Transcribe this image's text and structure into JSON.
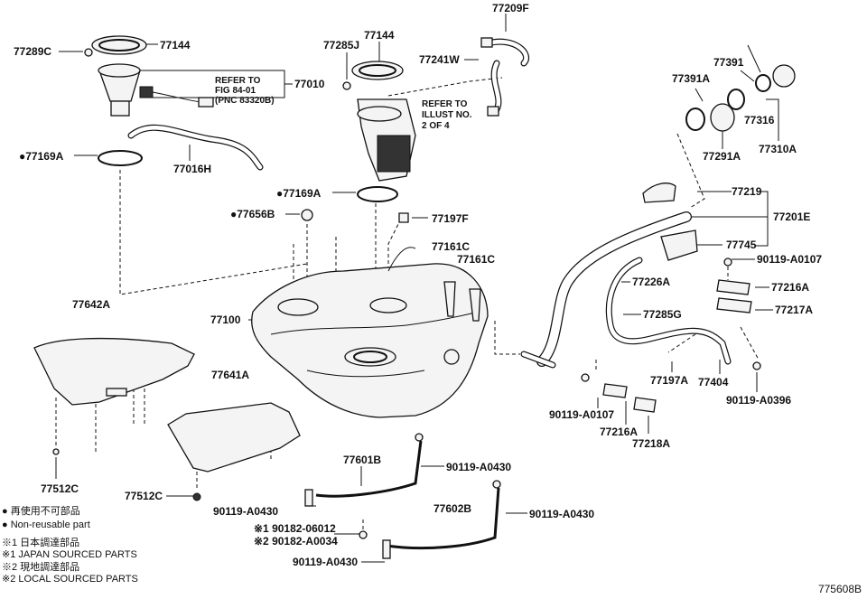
{
  "diagram_id": "775608B",
  "labels": {
    "p77289C": "77289C",
    "p77144_a": "77144",
    "p77010": "77010",
    "refer_fig": "REFER TO\nFIG 84-01\n(PNC 83320B)",
    "p77016H": "77016H",
    "p77169A_a": "●77169A",
    "p77285J": "77285J",
    "p77144_b": "77144",
    "p77209F": "77209F",
    "p77241W": "77241W",
    "refer_illust": "REFER TO\nILLUST NO.\n2 OF 4",
    "p77169A_b": "●77169A",
    "p77656B": "●77656B",
    "p77197F": "77197F",
    "p77391A": "77391A",
    "p77391": "77391",
    "p77316": "77316",
    "p77291A": "77291A",
    "p77310A": "77310A",
    "p77219": "77219",
    "p77201E": "77201E",
    "p77745": "77745",
    "p90119A0107_a": "90119-A0107",
    "p77216A_a": "77216A",
    "p77217A": "77217A",
    "p77226A": "77226A",
    "p77285G": "77285G",
    "p77161C_a": "77161C",
    "p77161C_b": "77161C",
    "p77642A": "77642A",
    "p77100": "77100",
    "p77641A": "77641A",
    "p77197A": "77197A",
    "p77404": "77404",
    "p90119A0396": "90119-A0396",
    "p90119A0107_b": "90119-A0107",
    "p77216A_b": "77216A",
    "p77218A": "77218A",
    "p77512C_a": "77512C",
    "p77512C_b": "77512C",
    "p77601B": "77601B",
    "p90119A0430_a": "90119-A0430",
    "p90119A0430_b": "90119-A0430",
    "p90182_06012": "※1 90182-06012",
    "p90182_A0034": "※2 90182-A0034",
    "p77602B": "77602B",
    "p90119A0430_c": "90119-A0430",
    "p90119A0430_d": "90119-A0430"
  },
  "legend": {
    "line1": "再使用不可部品",
    "line2": "Non-reusable part",
    "line3": "※1 日本調達部品",
    "line4": "※1 JAPAN SOURCED PARTS",
    "line5": "※2 現地調達部品",
    "line6": "※2 LOCAL SOURCED PARTS"
  }
}
